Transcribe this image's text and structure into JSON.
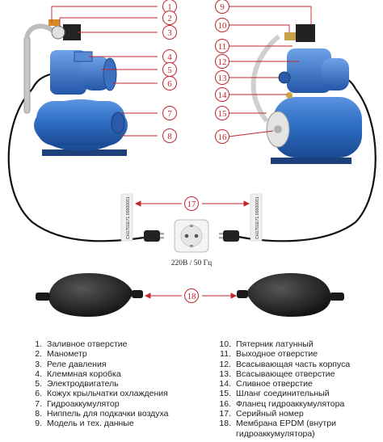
{
  "callouts": [
    "1",
    "2",
    "3",
    "4",
    "5",
    "6",
    "7",
    "8",
    "9",
    "10",
    "11",
    "12",
    "13",
    "14",
    "15",
    "16",
    "17",
    "18"
  ],
  "socket_label": "220В / 50 Гц",
  "cable_print_left": "CH1701E71.00000001",
  "cable_print_right": "CH1701E71.00000001",
  "legend_left": [
    {
      "num": "1.",
      "text": "Заливное отверстие"
    },
    {
      "num": "2.",
      "text": "Манометр"
    },
    {
      "num": "3.",
      "text": "Реле давления"
    },
    {
      "num": "4.",
      "text": "Клеммная коробка"
    },
    {
      "num": "5.",
      "text": "Электродвигатель"
    },
    {
      "num": "6.",
      "text": "Кожух крыльчатки охлаждения"
    },
    {
      "num": "7.",
      "text": "Гидроаккумулятор"
    },
    {
      "num": "8.",
      "text": "Ниппель для подкачки воздуха"
    },
    {
      "num": "9.",
      "text": "Модель и тех. данные"
    }
  ],
  "legend_right": [
    {
      "num": "10.",
      "text": "Пятерник латунный"
    },
    {
      "num": "11.",
      "text": "Выходное отверстие"
    },
    {
      "num": "12.",
      "text": "Всасывающая часть корпуса"
    },
    {
      "num": "13.",
      "text": "Всасывающее отверстие"
    },
    {
      "num": "14.",
      "text": "Сливное отверстие"
    },
    {
      "num": "15.",
      "text": "Шланг соединительный"
    },
    {
      "num": "16.",
      "text": "Фланец гидроаккумулятора"
    },
    {
      "num": "17.",
      "text": "Серийный номер"
    },
    {
      "num": "18.",
      "text": "Мембрана EPDM (внутри гидроаккумулятора)"
    }
  ],
  "colors": {
    "tank": "#2f6fc4",
    "tank_dark": "#1d4f99",
    "accent": "#c1272d",
    "membrane": "#2a2a2a",
    "cable": "#111111",
    "flange": "#d9d9d9"
  }
}
